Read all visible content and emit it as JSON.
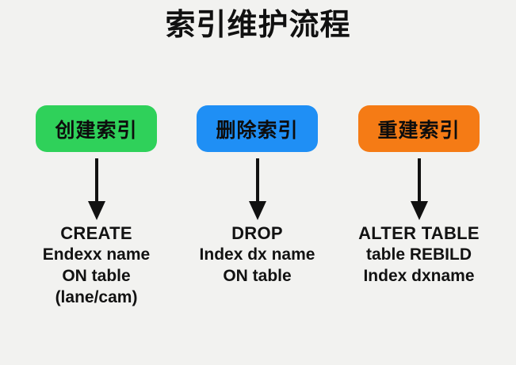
{
  "title": "索引维护流程",
  "theme": {
    "background": "#f2f2f0",
    "text": "#121212",
    "arrow": "#111111"
  },
  "columns": [
    {
      "node_label": "创建索引",
      "node_color": "#2fd15a",
      "arrow": "down-arrow",
      "code_lines": [
        "CREATE",
        "Endexx name",
        "ON table",
        "(lane/cam)"
      ]
    },
    {
      "node_label": "删除索引",
      "node_color": "#1f8ff5",
      "arrow": "down-arrow",
      "code_lines": [
        "DROP",
        "Index dx name",
        "ON table"
      ]
    },
    {
      "node_label": "重建索引",
      "node_color": "#f57b15",
      "arrow": "down-arrow",
      "code_lines": [
        "ALTER TABLE",
        "table REBILD",
        "Index dxname"
      ]
    }
  ]
}
